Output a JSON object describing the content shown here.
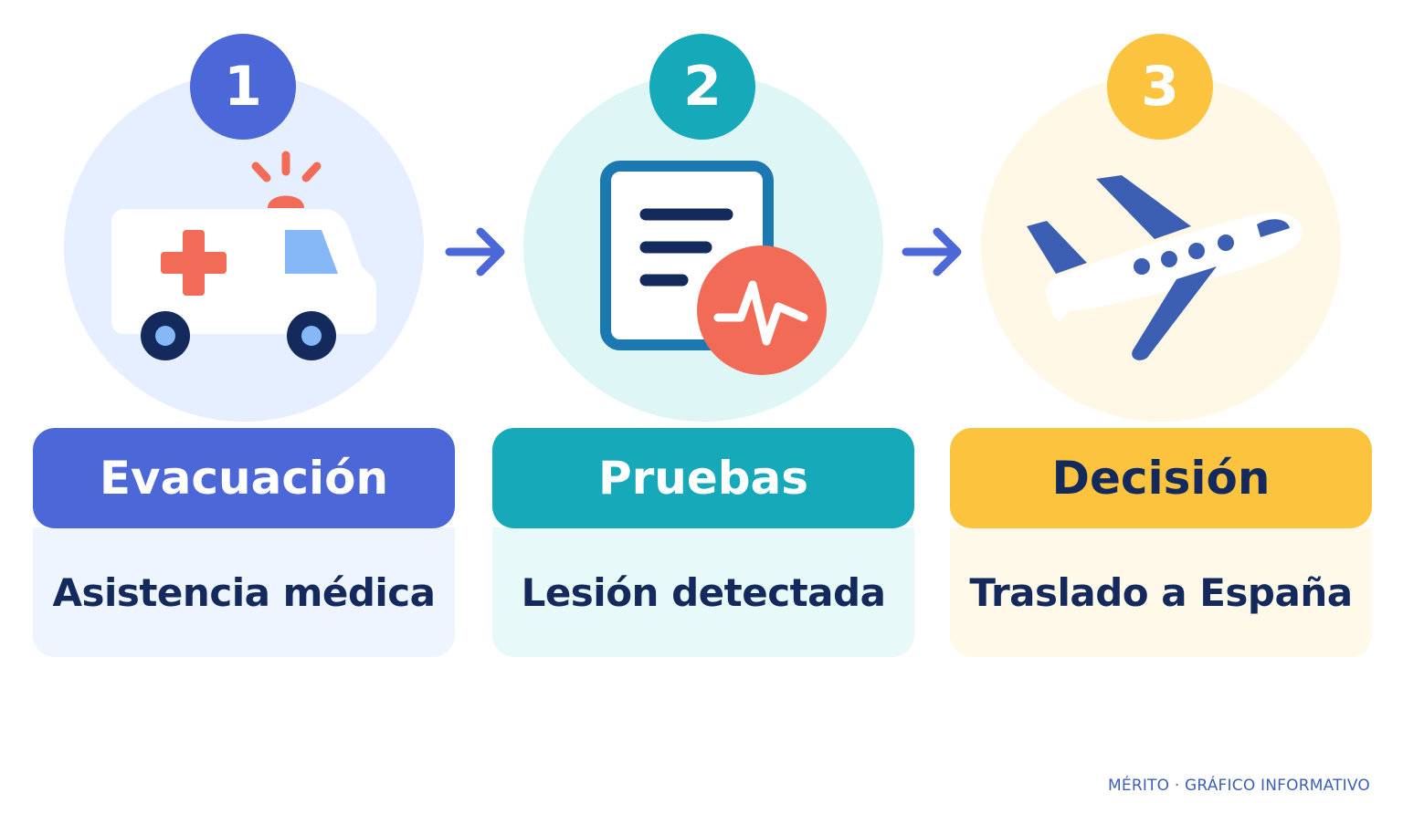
{
  "colors": {
    "blue": "#4c67d8",
    "teal": "#16a9b9",
    "yellow": "#fcc33f",
    "navy": "#152a5c",
    "coral": "#f26b57",
    "white": "#ffffff"
  },
  "steps": [
    {
      "number": "1",
      "title": "Evacuación",
      "subtitle": "Asistencia médica",
      "icon": "ambulance-icon"
    },
    {
      "number": "2",
      "title": "Pruebas",
      "subtitle": "Lesión detectada",
      "icon": "medical-report-icon"
    },
    {
      "number": "3",
      "title": "Decisión",
      "subtitle": "Traslado a España",
      "icon": "airplane-icon"
    }
  ],
  "footer": {
    "credit": "MÉRITO · GRÁFICO INFORMATIVO"
  }
}
